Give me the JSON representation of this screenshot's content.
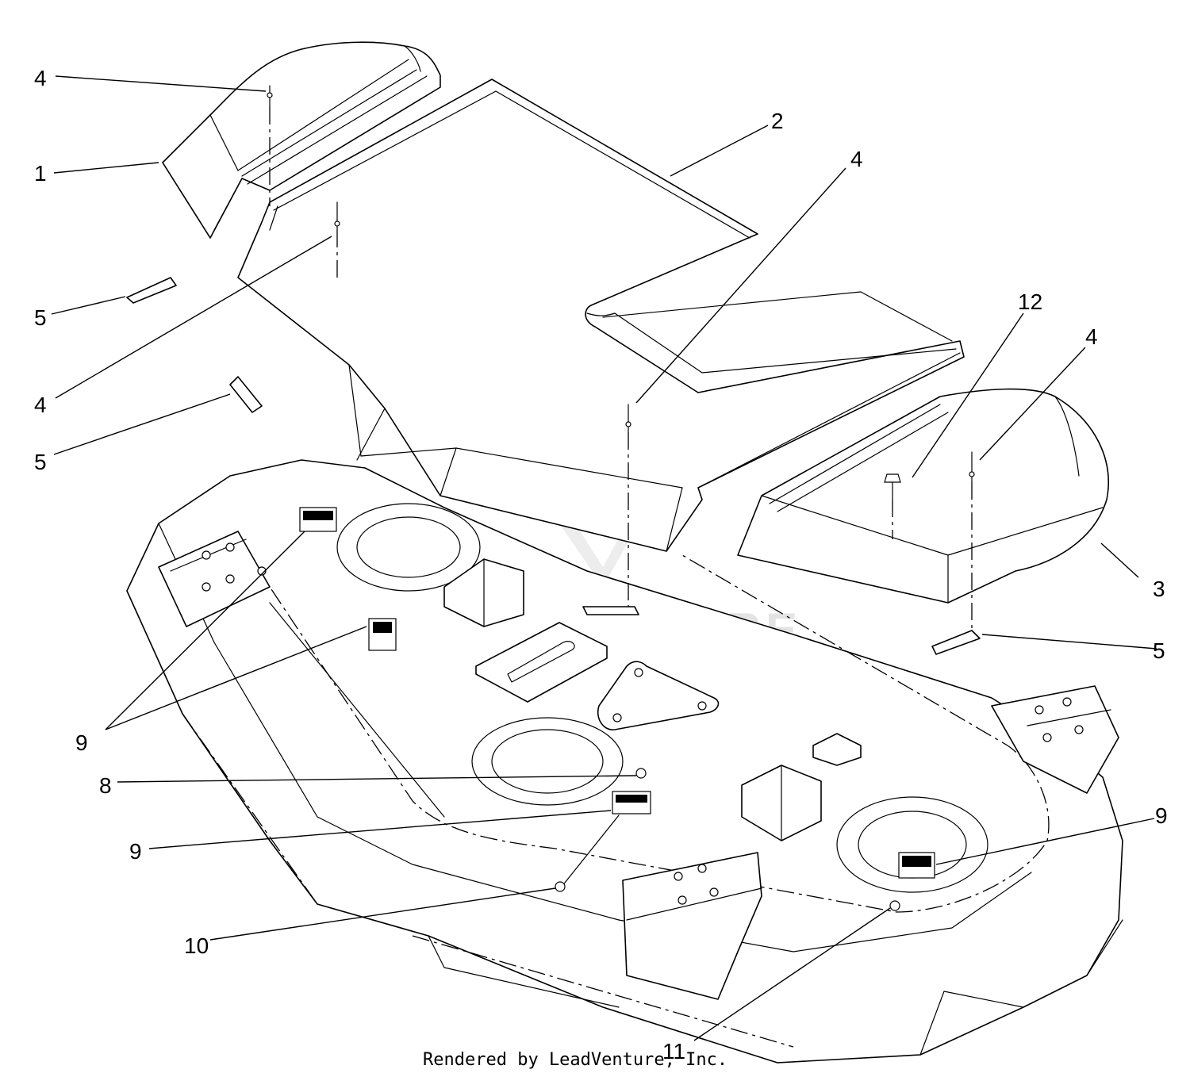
{
  "diagram": {
    "callouts": [
      {
        "id": "c4a",
        "label": "4"
      },
      {
        "id": "c1",
        "label": "1"
      },
      {
        "id": "c5a",
        "label": "5"
      },
      {
        "id": "c4b",
        "label": "4"
      },
      {
        "id": "c5b",
        "label": "5"
      },
      {
        "id": "c2",
        "label": "2"
      },
      {
        "id": "c4c",
        "label": "4"
      },
      {
        "id": "c12",
        "label": "12"
      },
      {
        "id": "c4d",
        "label": "4"
      },
      {
        "id": "c3",
        "label": "3"
      },
      {
        "id": "c5c",
        "label": "5"
      },
      {
        "id": "c9a",
        "label": "9"
      },
      {
        "id": "c8",
        "label": "8"
      },
      {
        "id": "c9b",
        "label": "9"
      },
      {
        "id": "c9c",
        "label": "9"
      },
      {
        "id": "c10",
        "label": "10"
      },
      {
        "id": "c11",
        "label": "11"
      }
    ],
    "watermark": "LEADVENTURE",
    "credit": "Rendered by LeadVenture, Inc."
  }
}
